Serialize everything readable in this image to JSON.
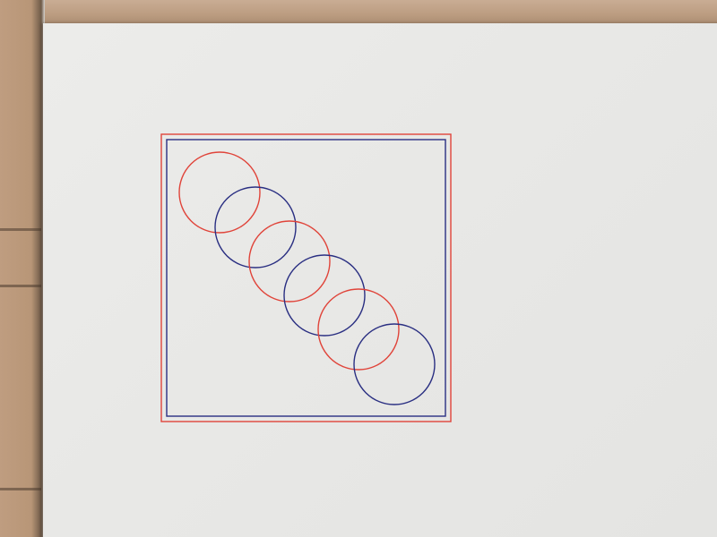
{
  "scene": {
    "description_tags": [
      "plotter-drawing",
      "paper-sheet",
      "wooden-board"
    ],
    "colors": {
      "board": "#b9967a",
      "paper": "#e9e9e7",
      "red_ink": "#e0443a",
      "blue_ink": "#2a2f82"
    }
  },
  "drawing": {
    "circle_count": 6,
    "frame_count": 2
  }
}
